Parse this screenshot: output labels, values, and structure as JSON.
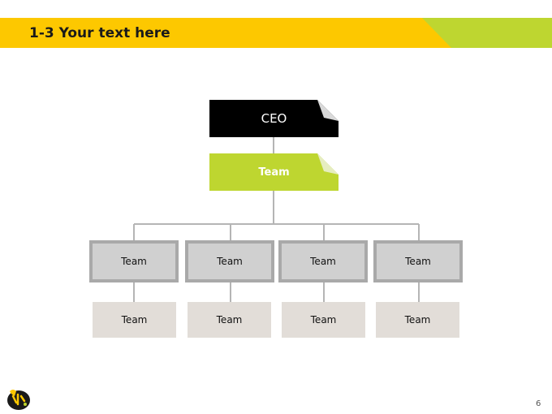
{
  "header": {
    "title": "1-3 Your text here"
  },
  "org_chart": {
    "root": {
      "label": "CEO"
    },
    "level1": {
      "label": "Team"
    },
    "level2": [
      {
        "label": "Team"
      },
      {
        "label": "Team"
      },
      {
        "label": "Team"
      },
      {
        "label": "Team"
      }
    ],
    "level3": [
      {
        "label": "Team"
      },
      {
        "label": "Team"
      },
      {
        "label": "Team"
      },
      {
        "label": "Team"
      }
    ]
  },
  "footer": {
    "page_number": "6",
    "logo_icon": "brand-logo-icon"
  },
  "colors": {
    "header_yellow": "#fdc800",
    "accent_green": "#bed630",
    "ceo_black": "#000000",
    "level2_fill": "#d0d0d0",
    "level2_border": "#a9a9a9",
    "level3_fill": "#e2ddd8",
    "connector_gray": "#b5b5b5"
  }
}
